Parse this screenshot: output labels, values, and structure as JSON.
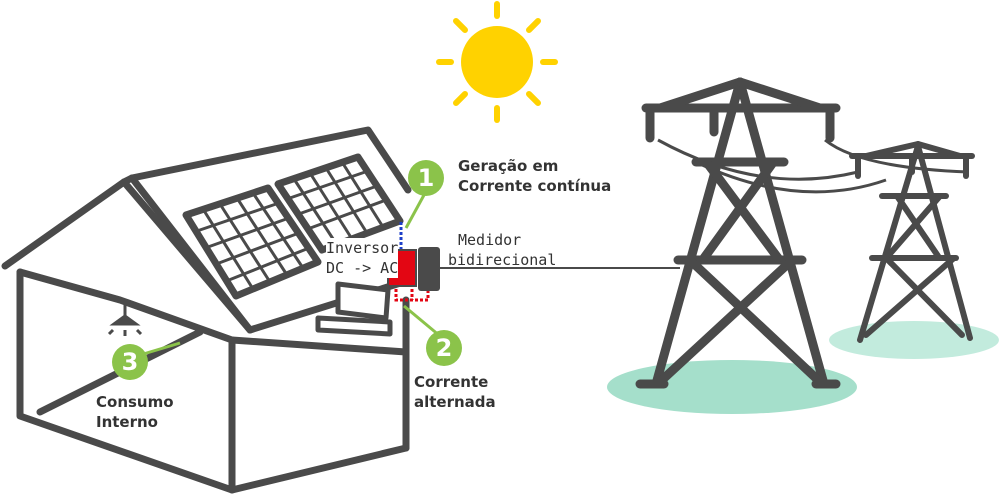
{
  "colors": {
    "outline": "#4a4a4a",
    "sun": "#ffd200",
    "badge": "#8bc34a",
    "inverter": "#e30613",
    "meter": "#4a4a4a",
    "ground_near": "#a5dfcb",
    "ground_far": "#c2ebdd",
    "dc_wire": "#1e3fc8",
    "ac_wire": "#e30613",
    "pointer": "#8bc34a"
  },
  "icons": {
    "sun": "sun-icon",
    "lamp": "ceiling-lamp-icon",
    "tower": "transmission-tower-icon"
  },
  "steps": [
    {
      "number": "1",
      "label_line1": "Geração em",
      "label_line2": "Corrente contínua"
    },
    {
      "number": "2",
      "label_line1": "Corrente",
      "label_line2": "alternada"
    },
    {
      "number": "3",
      "label_line1": "Consumo",
      "label_line2": "Interno"
    }
  ],
  "inverter": {
    "line1": "Inversor",
    "line2": "DC -> AC"
  },
  "meter": {
    "line1": "Medidor",
    "line2": "bidirecional"
  }
}
